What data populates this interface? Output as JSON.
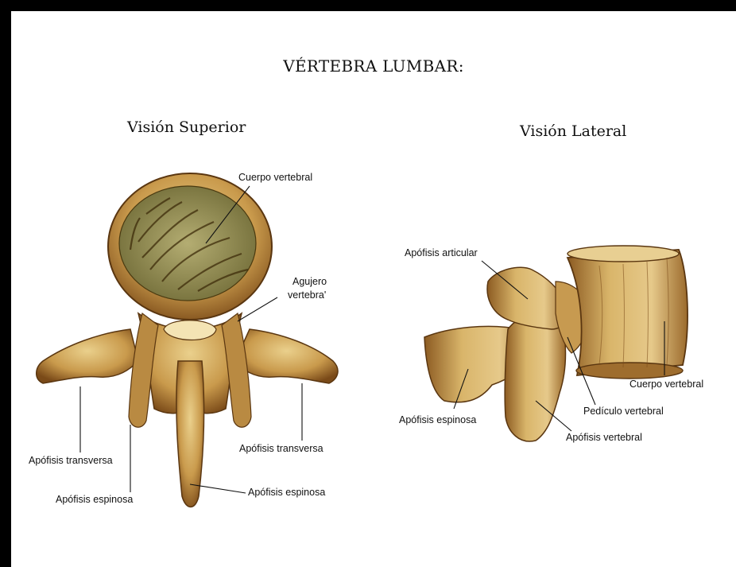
{
  "title": "VÉRTEBRA LUMBAR:",
  "views": {
    "superior": {
      "heading": "Visión Superior",
      "labels": {
        "cuerpo_vertebral": "Cuerpo vertebral",
        "agujero_line1": "Agujero",
        "agujero_line2": "vertebra'",
        "transversa_left": "Apófisis transversa",
        "transversa_right": "Apófisis transversa",
        "espinosa_left": "Apófisis espinosa",
        "espinosa_bottom": "Apófisis espinosa"
      }
    },
    "lateral": {
      "heading": "Visión Lateral",
      "labels": {
        "articular": "Apófisis articular",
        "espinosa": "Apófisis espinosa",
        "cuerpo_vertebral": "Cuerpo vertebral",
        "pediculo": "Pedículo vertebral",
        "vertebral": "Apófisis vertebral"
      }
    }
  },
  "colors": {
    "bone": "#d9b56a",
    "bone_dark": "#8a5a1f",
    "bone_shadow": "#5a3610",
    "cancellous": "#8f8a4a",
    "frame": "#000000"
  }
}
